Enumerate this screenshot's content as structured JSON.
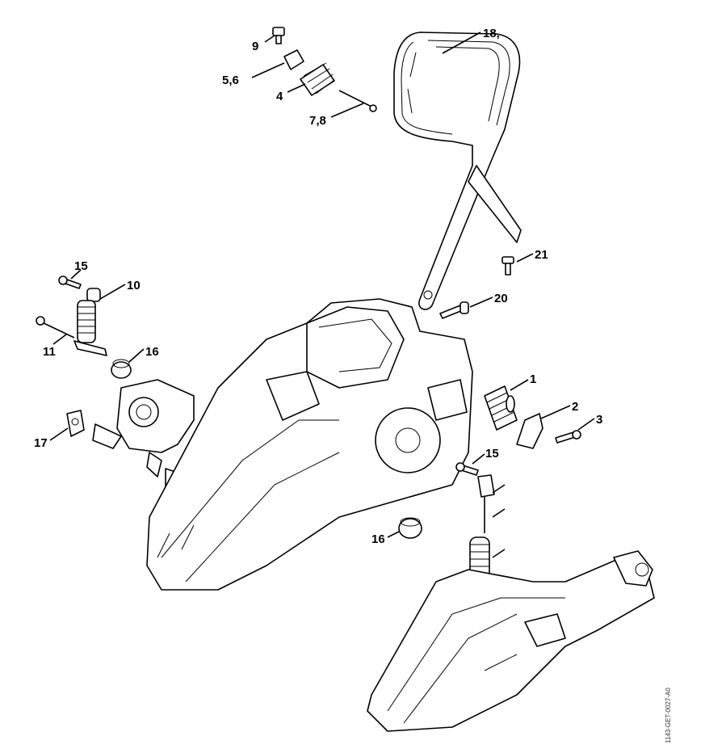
{
  "diagram": {
    "drawing_code": "1143-GET-0027-A0",
    "labels": {
      "p9": "9",
      "p56": "5,6",
      "p4": "4",
      "p78": "7,8",
      "p18": "18,",
      "p21": "21",
      "p20": "20",
      "p15a": "15",
      "p10": "10",
      "p11": "11",
      "p16a": "16",
      "p17": "17",
      "p1": "1",
      "p2": "2",
      "p3": "3",
      "p15b": "15",
      "p16b": "16"
    }
  }
}
